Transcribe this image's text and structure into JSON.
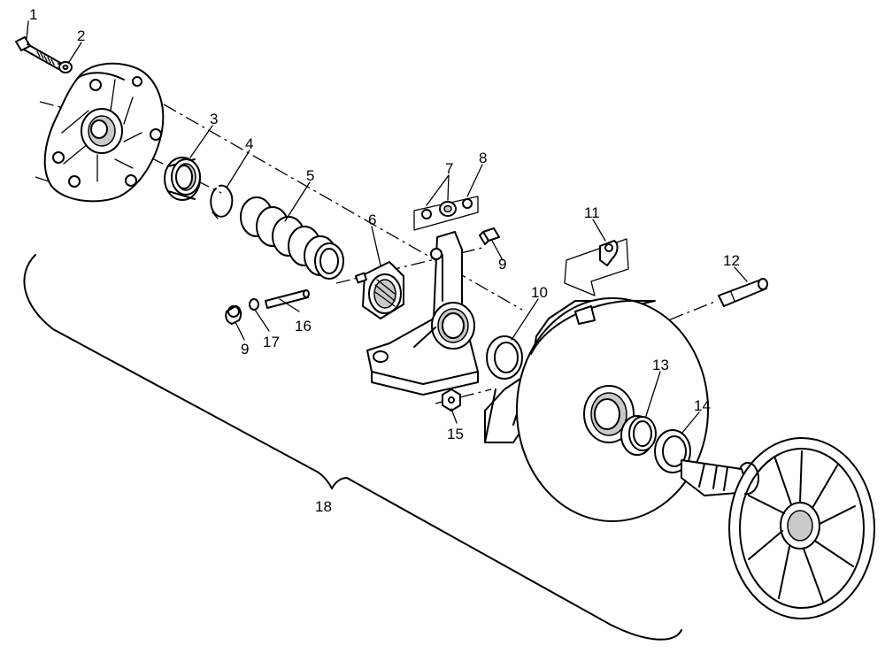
{
  "callouts": {
    "c1": "1",
    "c2": "2",
    "c3": "3",
    "c4": "4",
    "c5": "5",
    "c6": "6",
    "c7": "7",
    "c8": "8",
    "c9a": "9",
    "c9b": "9",
    "c10": "10",
    "c11": "11",
    "c12": "12",
    "c13": "13",
    "c14": "14",
    "c15": "15",
    "c16": "16",
    "c17": "17",
    "c18": "18"
  },
  "colors": {
    "line": "#000000",
    "background": "#ffffff",
    "shade": "#c9c9c9"
  }
}
